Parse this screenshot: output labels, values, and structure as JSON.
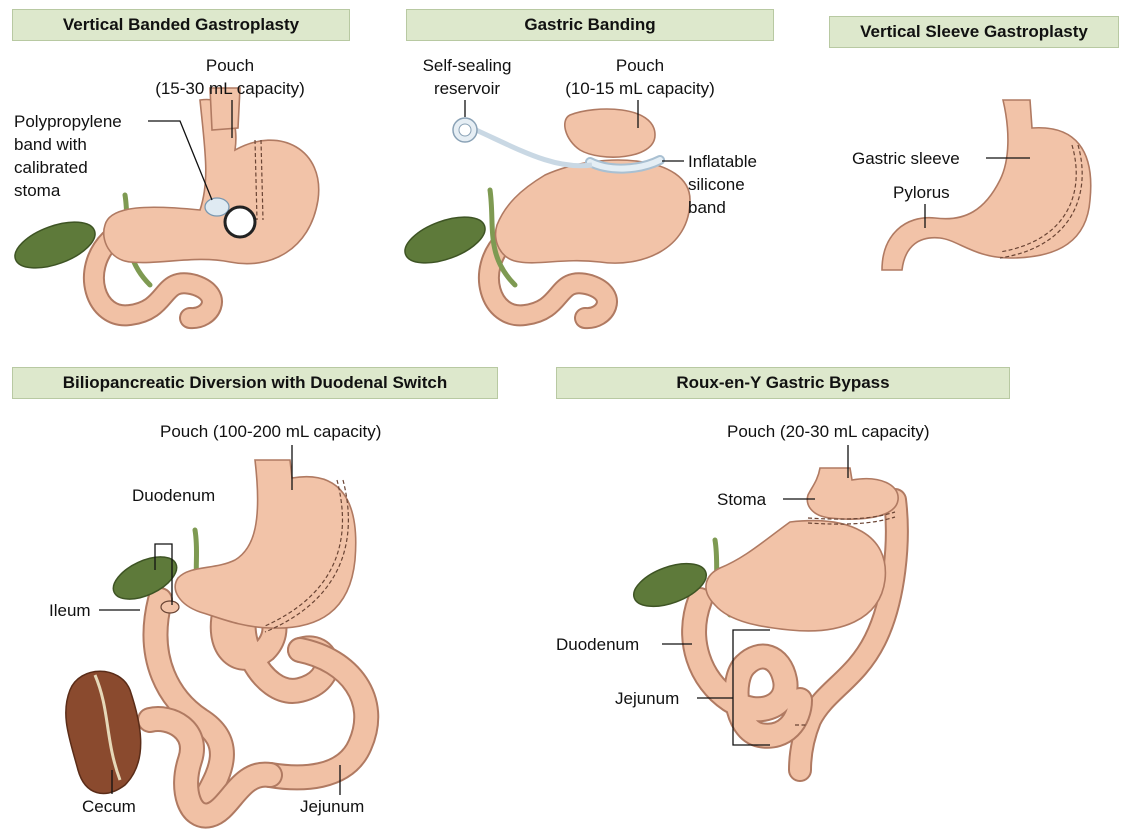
{
  "panels": {
    "vbg": {
      "title": "Vertical Banded Gastroplasty",
      "labels": {
        "pouch_line1": "Pouch",
        "pouch_line2": "(15-30 mL capacity)",
        "band_line1": "Polypropylene",
        "band_line2": "band with",
        "band_line3": "calibrated",
        "band_line4": "stoma"
      }
    },
    "gb": {
      "title": "Gastric Banding",
      "labels": {
        "reservoir_line1": "Self-sealing",
        "reservoir_line2": "reservoir",
        "pouch_line1": "Pouch",
        "pouch_line2": "(10-15 mL capacity)",
        "band_line1": "Inflatable",
        "band_line2": "silicone",
        "band_line3": "band"
      }
    },
    "vsg": {
      "title": "Vertical Sleeve Gastroplasty",
      "labels": {
        "sleeve": "Gastric sleeve",
        "pylorus": "Pylorus"
      }
    },
    "bpd": {
      "title": "Biliopancreatic Diversion with Duodenal Switch",
      "labels": {
        "pouch": "Pouch (100-200 mL capacity)",
        "duodenum": "Duodenum",
        "ileum": "Ileum",
        "cecum": "Cecum",
        "jejunum": "Jejunum"
      }
    },
    "ryg": {
      "title": "Roux-en-Y Gastric Bypass",
      "labels": {
        "pouch": "Pouch (20-30 mL capacity)",
        "stoma": "Stoma",
        "duodenum": "Duodenum",
        "jejunum": "Jejunum"
      }
    }
  },
  "colors": {
    "title_bg": "#dde8cc",
    "stomach": "#f2c3a8",
    "gallbladder": "#5e7a3a",
    "cecum": "#8a4a2e"
  }
}
